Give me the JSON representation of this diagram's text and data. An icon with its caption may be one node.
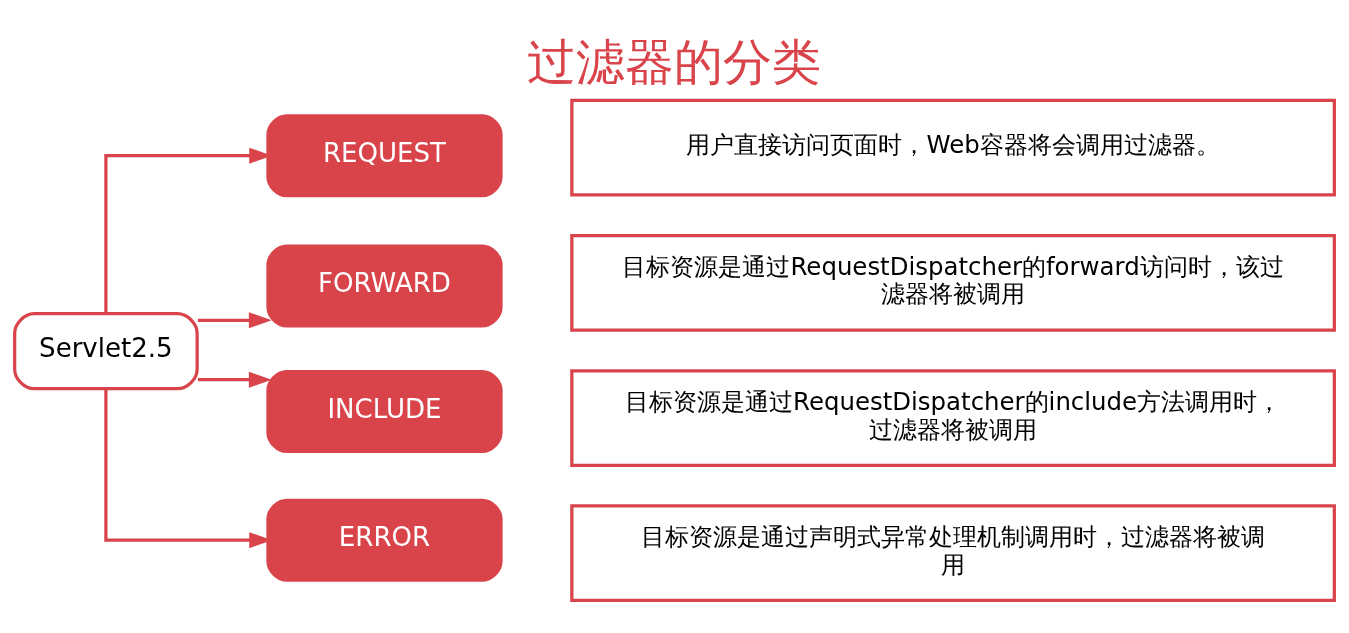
{
  "diagram": {
    "title": "过滤器的分类",
    "nodes": [
      {
        "text": [
          "Servlet2.5"
        ]
      },
      {
        "text": [
          "REQUEST"
        ]
      },
      {
        "text": [
          "用户直接访问页面时，Web容器将会调用过滤器。"
        ]
      },
      {
        "text": [
          "FORWARD"
        ]
      },
      {
        "text": [
          "目标资源是通过RequestDispatcher的forward访问时，该过滤器将被调用"
        ]
      },
      {
        "text": [
          "INCLUDE"
        ]
      },
      {
        "text": [
          "目标资源是通过RequestDispatcher的include方法调用时，过滤器将被调用"
        ]
      },
      {
        "text": [
          "ERROR"
        ]
      },
      {
        "text": [
          "目标资源是通过声明式异常处理机制调用时，过滤器将被调用"
        ]
      }
    ],
    "edges": [
      {
        "from": 0,
        "to": 1,
        "arrow": "to"
      },
      {
        "from": 0,
        "to": 3,
        "arrow": "to"
      },
      {
        "from": 0,
        "to": 5,
        "arrow": "to"
      },
      {
        "from": 0,
        "to": 7,
        "arrow": "to"
      }
    ]
  }
}
